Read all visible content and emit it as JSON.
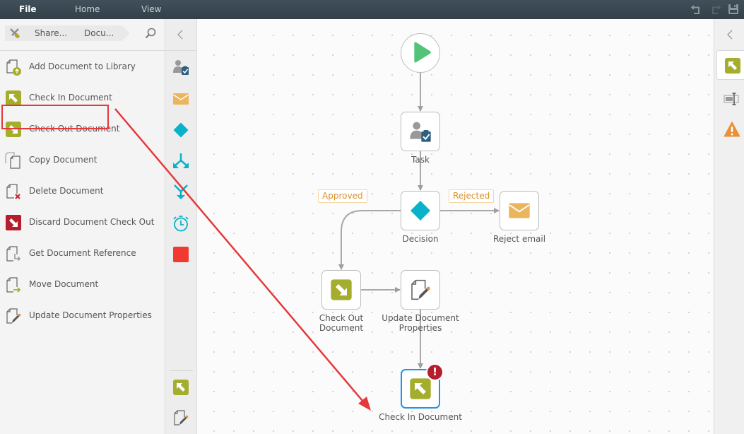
{
  "topbar": {
    "menus": [
      "File",
      "Home",
      "View"
    ],
    "active_menu": "File",
    "icons": [
      "undo-icon",
      "redo-icon",
      "save-icon"
    ]
  },
  "breadcrumb": {
    "icon": "tools-icon",
    "items": [
      "Share...",
      "Docu..."
    ],
    "search_icon": "search-icon"
  },
  "documents": {
    "items": [
      {
        "label": "Add Document to Library",
        "icon": "add-document-icon"
      },
      {
        "label": "Check In Document",
        "icon": "check-in-icon"
      },
      {
        "label": "Check Out Document",
        "icon": "check-out-icon"
      },
      {
        "label": "Copy Document",
        "icon": "copy-document-icon"
      },
      {
        "label": "Delete Document",
        "icon": "delete-document-icon"
      },
      {
        "label": "Discard Document Check Out",
        "icon": "discard-checkout-icon"
      },
      {
        "label": "Get Document Reference",
        "icon": "document-reference-icon"
      },
      {
        "label": "Move Document",
        "icon": "move-document-icon"
      },
      {
        "label": "Update Document Properties",
        "icon": "update-properties-icon"
      }
    ],
    "highlighted": "Check In Document"
  },
  "toolbox": {
    "tools": [
      "task-icon",
      "email-icon",
      "decision-icon",
      "split-icon",
      "merge-icon",
      "timer-icon",
      "end-icon"
    ],
    "recent": [
      "check-in-icon",
      "update-properties-icon"
    ]
  },
  "workflow": {
    "nodes": {
      "task": "Task",
      "decision": "Decision",
      "reject_email": "Reject email",
      "check_out_line1": "Check Out",
      "check_out_line2": "Document",
      "update_line1": "Update Document",
      "update_line2": "Properties",
      "check_in": "Check In Document"
    },
    "tags": {
      "approved": "Approved",
      "rejected": "Rejected"
    },
    "error_badge": "!"
  },
  "rightpanel": {
    "icons": [
      "check-in-icon",
      "textbox-icon",
      "warning-icon"
    ]
  },
  "colors": {
    "topbar": "#3a4851",
    "olive": "#a5ad2d",
    "teal": "#08b2c9",
    "email": "#ebb55e",
    "red": "#e5383b",
    "start": "#52c47a",
    "select": "#2196e8",
    "error": "#b51e2c",
    "warning": "#e8913a"
  }
}
